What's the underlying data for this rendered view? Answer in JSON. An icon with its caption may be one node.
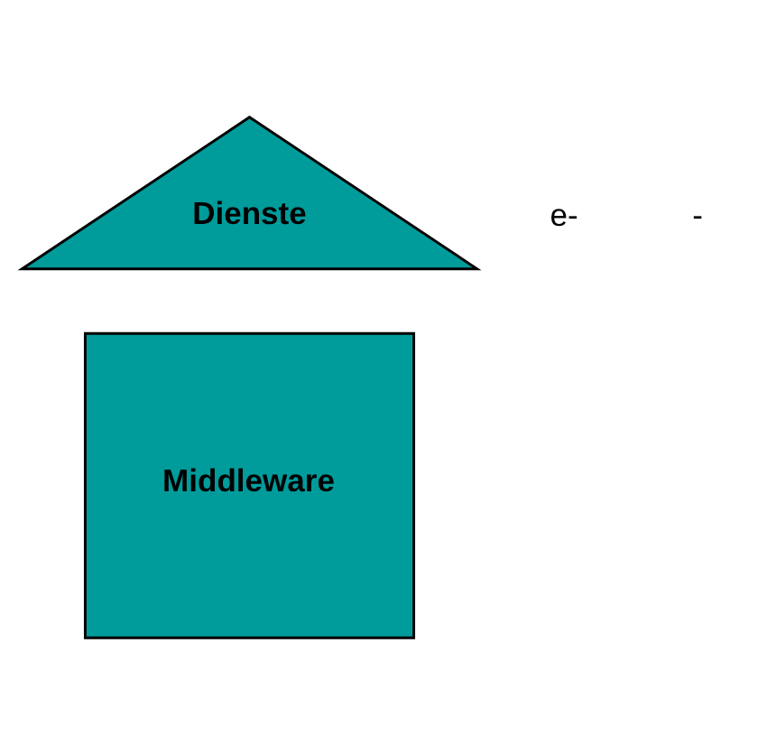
{
  "diagram": {
    "nodes": [
      {
        "text": [
          "Dienste"
        ]
      },
      {
        "text": [
          "Middleware"
        ]
      }
    ],
    "edges": [],
    "labels": [
      "e-",
      "-"
    ]
  }
}
